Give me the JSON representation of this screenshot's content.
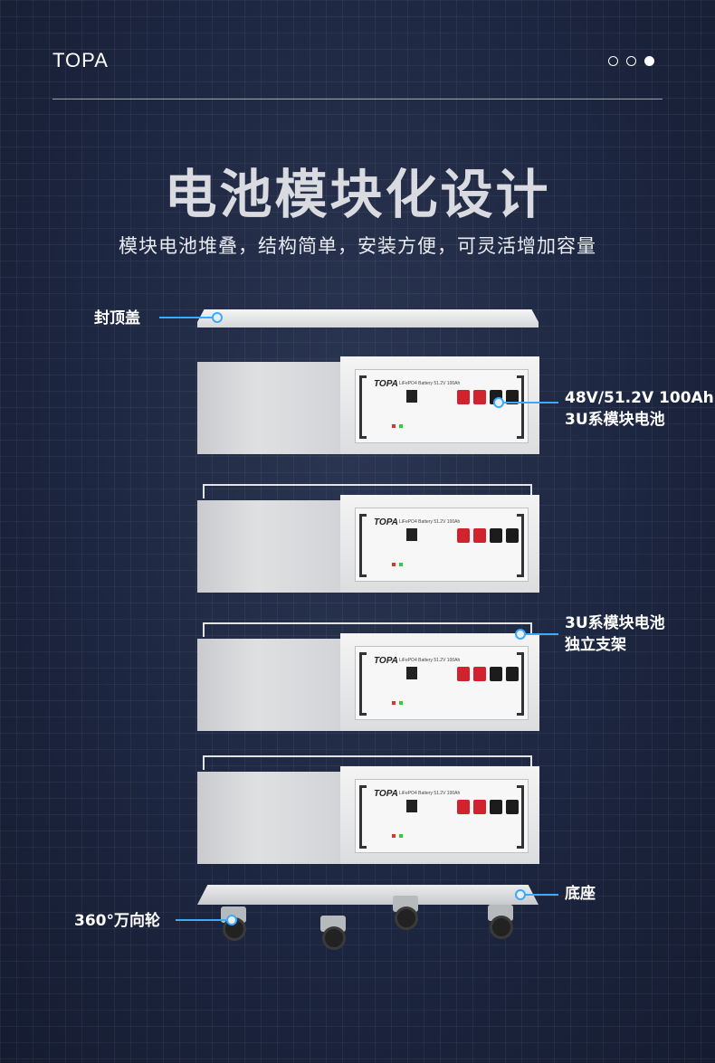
{
  "header": {
    "brand": "TOPA",
    "page_dots": 3,
    "active_dot": 3
  },
  "hero": {
    "title": "电池模块化设计",
    "subtitle": "模块电池堆叠，结构简单，安装方便，可灵活增加容量"
  },
  "product": {
    "panel_logo": "TOPA",
    "panel_model": "LiFePO4 Battery 51.2V 100Ah"
  },
  "callouts": {
    "top_cover": "封顶盖",
    "module_spec_line1": "48V/51.2V 100Ah",
    "module_spec_line2": "3U系模块电池",
    "bracket_line1": "3U系模块电池",
    "bracket_line2": "独立支架",
    "base": "底座",
    "casters": "360°万向轮"
  },
  "colors": {
    "accent_line": "#3aa9ff",
    "background": "#1d2640",
    "terminal_positive": "#d0232d",
    "terminal_negative": "#1c1c1c"
  }
}
